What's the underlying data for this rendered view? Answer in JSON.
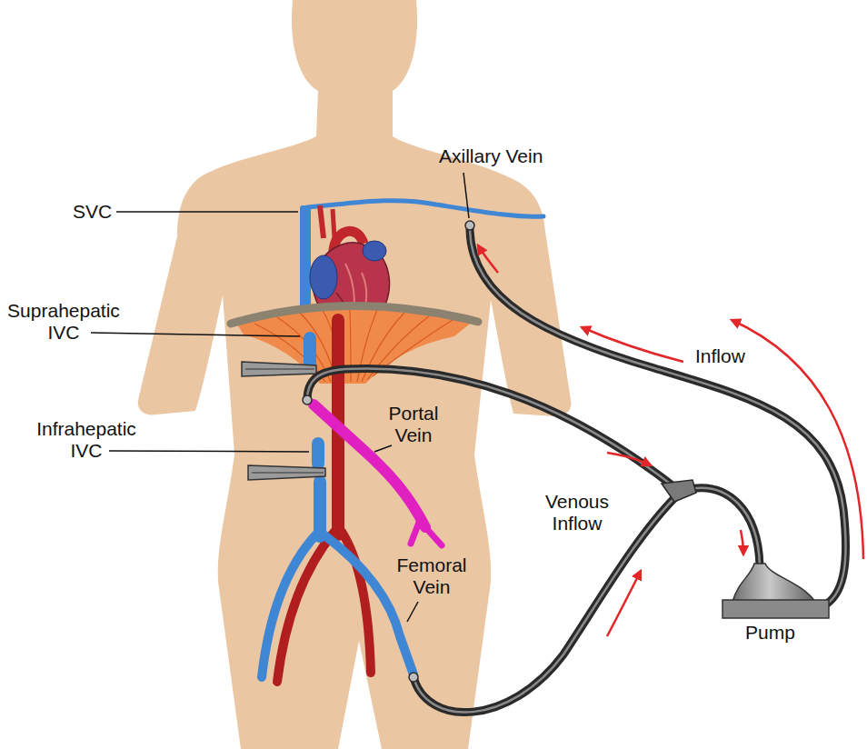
{
  "diagram": {
    "labels": [
      "Axillary Vein",
      "SVC",
      "Suprahepatic IVC",
      "Inflow",
      "Portal Vein",
      "Infrahepatic IVC",
      "Venous Inflow",
      "Femoral Vein",
      "Pump"
    ]
  }
}
